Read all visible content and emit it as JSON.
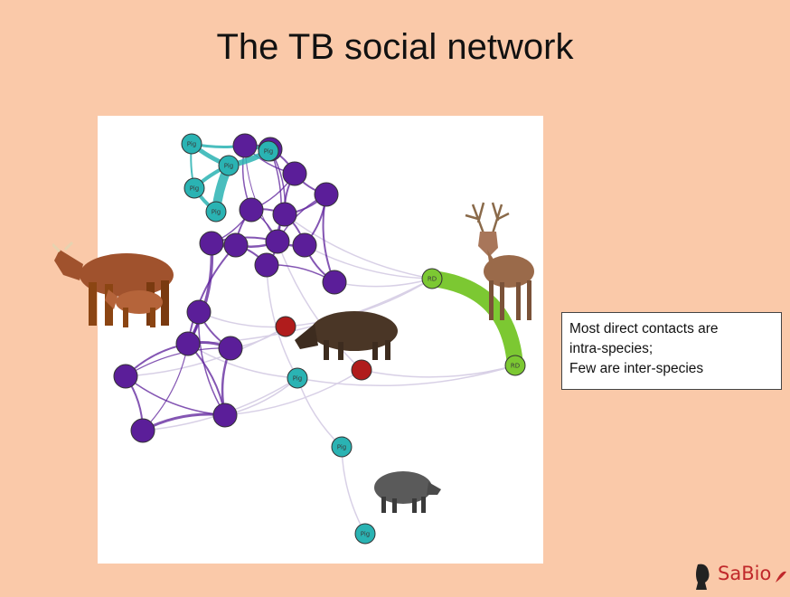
{
  "title": "The TB social network",
  "callout": {
    "lines": [
      "Most direct contacts are",
      "intra-species;",
      "Few are inter-species"
    ]
  },
  "logo": {
    "text": "SaBio"
  },
  "node_labels": {
    "pig": "Pig",
    "red_deer": "RD"
  },
  "colors": {
    "background": "#fac9a9",
    "cattle": "#5b1e99",
    "pig": "#2ab3b3",
    "red_deer": "#7cc832",
    "wild_boar": "#b01c1c"
  },
  "icons": [
    "cow-icon",
    "red-deer-icon",
    "wild-boar-icon",
    "pig-icon",
    "sabio-logo-icon"
  ]
}
